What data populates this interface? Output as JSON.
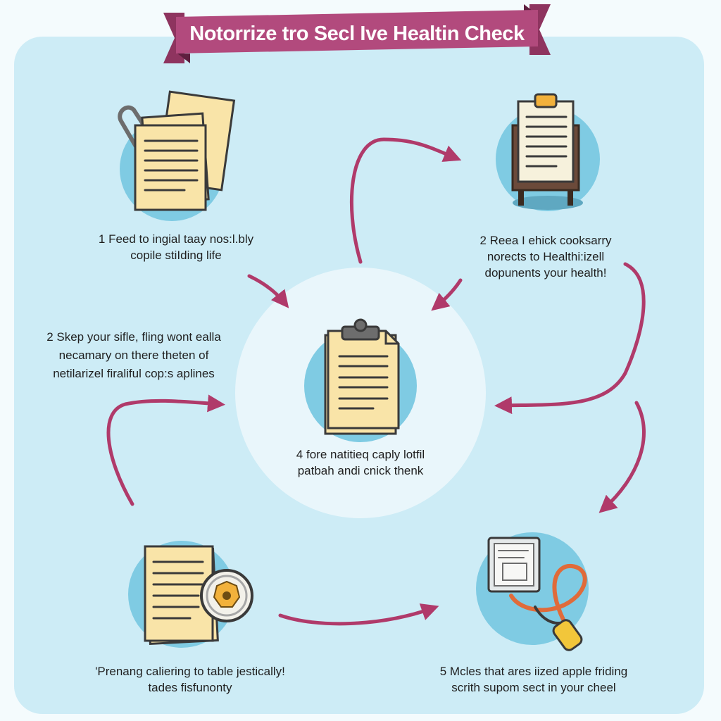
{
  "title": "Notorrize tro Secl Ive Healtin Check",
  "steps": [
    {
      "lines": [
        "1 Feed to ingial taay nos:l.bly",
        "copile stiIding life"
      ],
      "icon": "stacked-papers-with-paperclip-icon"
    },
    {
      "lines": [
        "2 Reea I ehick cooksarry",
        "norects to Healthi:izell",
        "dopunents your health!"
      ],
      "icon": "clipboard-on-easel-icon"
    },
    {
      "lines": [
        "2 Skep your sifle, fling wont ealla",
        "necamary on there theten of",
        "netilarizel firaliful cop:s aplines"
      ],
      "icon": "none"
    },
    {
      "lines": [
        "4  fore natitieq caply lotfil",
        "patbah andi cnick thenk"
      ],
      "icon": "clipboard-icon"
    },
    {
      "lines": [
        "'Prenang caliering to table jestically!",
        "tades fisfunonty"
      ],
      "icon": "document-with-notary-seal-icon"
    },
    {
      "lines": [
        "5 Mcles that ares iized apple friding",
        "scrith supom sect in your cheel"
      ],
      "icon": "tablet-with-stethoscope-icon"
    }
  ],
  "colors": {
    "background": "#cdecf6",
    "banner": "#b24a7d",
    "banner_fold": "#7e2d55",
    "arrow": "#b03a6a",
    "icon_circle": "#7fcbe3",
    "paper": "#f9e4a8",
    "center_circle": "#e9f6fb"
  }
}
